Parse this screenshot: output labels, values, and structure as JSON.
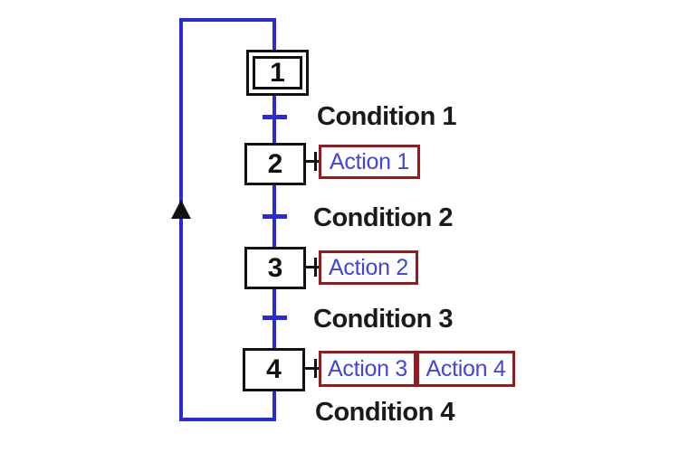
{
  "diagram": {
    "steps": [
      {
        "label": "1",
        "initial": true
      },
      {
        "label": "2",
        "initial": false
      },
      {
        "label": "3",
        "initial": false
      },
      {
        "label": "4",
        "initial": false
      }
    ],
    "conditions": [
      {
        "label": "Condition 1"
      },
      {
        "label": "Condition 2"
      },
      {
        "label": "Condition 3"
      },
      {
        "label": "Condition 4"
      }
    ],
    "actions": [
      {
        "label": "Action 1"
      },
      {
        "label": "Action 2"
      },
      {
        "label": "Action 3"
      },
      {
        "label": "Action 4"
      }
    ],
    "icons": {
      "feedback_arrow": "triangle-up-icon"
    },
    "colors": {
      "flow_line": "#2b2bd5",
      "step_border": "#111111",
      "action_border": "#971b1e",
      "action_text": "#4343df",
      "condition_text": "#1a1a1a",
      "arrow": "#111111",
      "background": "#ffffff"
    }
  }
}
